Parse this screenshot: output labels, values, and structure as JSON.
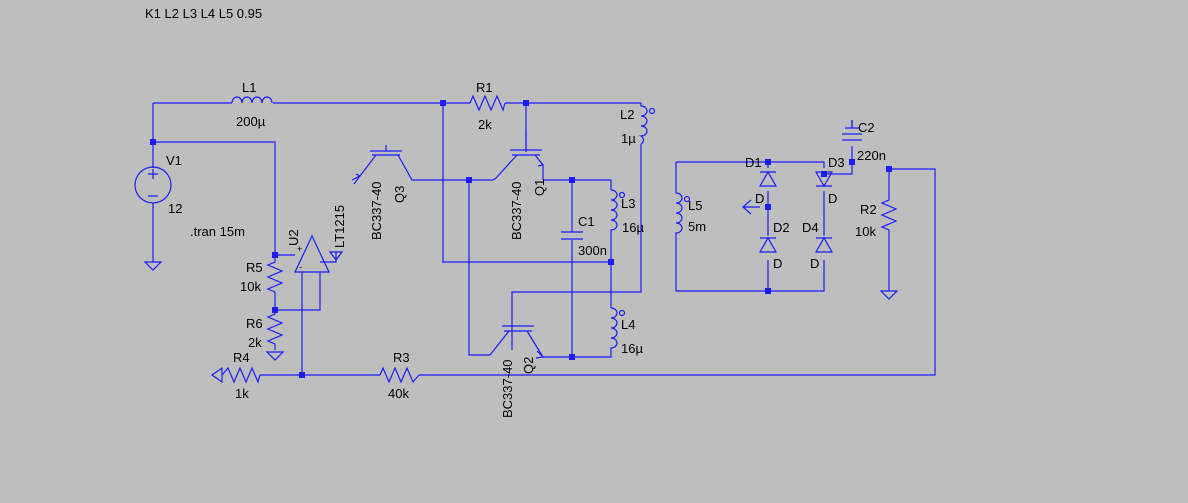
{
  "directive_coupling": "K1 L2 L3 L4 L5 0.95",
  "directive_tran": ".tran 15m",
  "components": {
    "L1": {
      "ref": "L1",
      "value": "200µ"
    },
    "R1": {
      "ref": "R1",
      "value": "2k"
    },
    "L2": {
      "ref": "L2",
      "value": "1µ"
    },
    "V1": {
      "ref": "V1",
      "value": "12"
    },
    "Q3": {
      "ref": "Q3",
      "model": "BC337-40"
    },
    "Q1": {
      "ref": "Q1",
      "model": "BC337-40"
    },
    "Q2": {
      "ref": "Q2",
      "model": "BC337-40"
    },
    "C1": {
      "ref": "C1",
      "value": "300n"
    },
    "L3": {
      "ref": "L3",
      "value": "16µ"
    },
    "L4": {
      "ref": "L4",
      "value": "16µ"
    },
    "L5": {
      "ref": "L5",
      "value": "5m"
    },
    "U2": {
      "ref": "U2",
      "model": "LT1215"
    },
    "R5": {
      "ref": "R5",
      "value": "10k"
    },
    "R6": {
      "ref": "R6",
      "value": "2k"
    },
    "R4": {
      "ref": "R4",
      "value": "1k"
    },
    "R3": {
      "ref": "R3",
      "value": "40k"
    },
    "C2": {
      "ref": "C2",
      "value": "220n"
    },
    "R2": {
      "ref": "R2",
      "value": "10k"
    },
    "D1": {
      "ref": "D1",
      "model": "D"
    },
    "D2": {
      "ref": "D2",
      "model": "D"
    },
    "D3": {
      "ref": "D3",
      "model": "D"
    },
    "D4": {
      "ref": "D4",
      "model": "D"
    }
  },
  "colors": {
    "wire": "#1c1cff",
    "background": "#bebebe",
    "text": "#000000"
  }
}
